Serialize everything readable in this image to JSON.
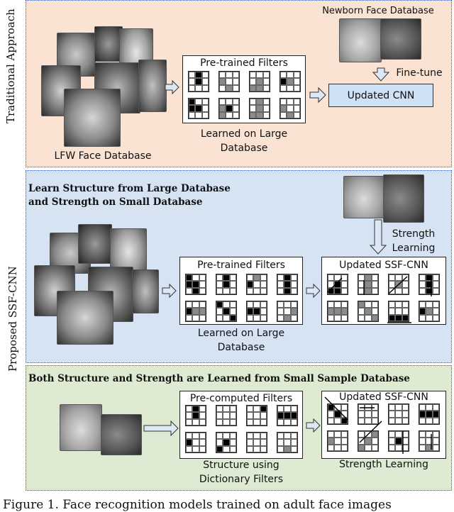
{
  "side_labels": {
    "traditional": "Traditional Approach",
    "proposed": "Proposed SSF-CNN"
  },
  "panel1": {
    "newborn_db": "Newborn Face Database",
    "finetune": "Fine-tune",
    "pretrained_title": "Pre-trained Filters",
    "learned_on_large": "Learned on Large\nDatabase",
    "updated_cnn": "Updated CNN",
    "lfw_db": "LFW Face Database"
  },
  "panel2": {
    "heading_line1": "Learn Structure from Large Database",
    "heading_line2": "and Strength on Small Database",
    "strength_learning": "Strength\nLearning",
    "pretrained_title": "Pre-trained Filters",
    "updated_title": "Updated SSF-CNN",
    "learned_on_large": "Learned on Large\nDatabase"
  },
  "panel3": {
    "heading": "Both Structure and Strength are Learned from Small Sample Database",
    "precomputed_title": "Pre-computed Filters",
    "updated_title": "Updated SSF-CNN",
    "structure_using": "Structure using\nDictionary Filters",
    "strength_learning": "Strength Learning"
  },
  "caption": "Figure 1. Face recognition models trained on adult face images",
  "filters": {
    "p1_pretrained": [
      [
        "w",
        "k",
        "w",
        "w",
        "k",
        "w",
        "w",
        "w",
        "w"
      ],
      [
        "w",
        "w",
        "w",
        "g",
        "w",
        "w",
        "w",
        "g",
        "w"
      ],
      [
        "w",
        "w",
        "w",
        "w",
        "g",
        "w",
        "g",
        "g",
        "w"
      ],
      [
        "w",
        "w",
        "w",
        "k",
        "g",
        "w",
        "w",
        "w",
        "w"
      ],
      [
        "k",
        "w",
        "w",
        "k",
        "k",
        "w",
        "w",
        "w",
        "w"
      ],
      [
        "w",
        "w",
        "w",
        "g",
        "k",
        "w",
        "g",
        "w",
        "w"
      ],
      [
        "w",
        "g",
        "w",
        "w",
        "g",
        "w",
        "g",
        "g",
        "w"
      ],
      [
        "w",
        "w",
        "w",
        "g",
        "w",
        "w",
        "w",
        "g",
        "w"
      ]
    ],
    "p2_pretrained": [
      [
        "k",
        "w",
        "w",
        "k",
        "k",
        "w",
        "w",
        "k",
        "w"
      ],
      [
        "w",
        "k",
        "w",
        "w",
        "k",
        "w",
        "w",
        "w",
        "w"
      ],
      [
        "w",
        "g",
        "w",
        "k",
        "w",
        "w",
        "w",
        "w",
        "w"
      ],
      [
        "w",
        "k",
        "w",
        "w",
        "k",
        "w",
        "w",
        "k",
        "w"
      ],
      [
        "w",
        "w",
        "w",
        "k",
        "g",
        "g",
        "w",
        "w",
        "w"
      ],
      [
        "k",
        "w",
        "w",
        "w",
        "k",
        "w",
        "w",
        "w",
        "k"
      ],
      [
        "w",
        "w",
        "w",
        "k",
        "k",
        "w",
        "w",
        "w",
        "w"
      ],
      [
        "w",
        "w",
        "w",
        "w",
        "w",
        "g",
        "w",
        "g",
        "w"
      ]
    ],
    "p2_updated": [
      [
        "w",
        "w",
        "w",
        "w",
        "k",
        "w",
        "k",
        "k",
        "w"
      ],
      [
        "w",
        "g",
        "w",
        "w",
        "g",
        "w",
        "w",
        "g",
        "w"
      ],
      [
        "w",
        "w",
        "w",
        "w",
        "g",
        "w",
        "w",
        "w",
        "w"
      ],
      [
        "w",
        "k",
        "w",
        "w",
        "k",
        "w",
        "w",
        "k",
        "w"
      ],
      [
        "w",
        "w",
        "w",
        "g",
        "g",
        "g",
        "w",
        "w",
        "w"
      ],
      [
        "g",
        "w",
        "w",
        "w",
        "g",
        "w",
        "w",
        "w",
        "g"
      ],
      [
        "w",
        "w",
        "w",
        "w",
        "w",
        "w",
        "k",
        "k",
        "k"
      ],
      [
        "w",
        "w",
        "w",
        "k",
        "g",
        "w",
        "w",
        "w",
        "w"
      ]
    ],
    "p3_precomputed": [
      [
        "w",
        "k",
        "w",
        "w",
        "k",
        "w",
        "w",
        "w",
        "w"
      ],
      [
        "w",
        "w",
        "w",
        "w",
        "w",
        "w",
        "w",
        "w",
        "w"
      ],
      [
        "w",
        "w",
        "k",
        "w",
        "w",
        "w",
        "w",
        "w",
        "w"
      ],
      [
        "w",
        "w",
        "w",
        "k",
        "k",
        "k",
        "w",
        "w",
        "w"
      ],
      [
        "w",
        "w",
        "w",
        "k",
        "w",
        "w",
        "w",
        "w",
        "w"
      ],
      [
        "w",
        "w",
        "w",
        "w",
        "k",
        "w",
        "k",
        "w",
        "w"
      ],
      [
        "w",
        "w",
        "w",
        "w",
        "w",
        "w",
        "w",
        "w",
        "w"
      ],
      [
        "w",
        "w",
        "w",
        "w",
        "w",
        "w",
        "w",
        "g",
        "w"
      ]
    ],
    "p3_updated": [
      [
        "k",
        "w",
        "w",
        "w",
        "k",
        "w",
        "w",
        "w",
        "k"
      ],
      [
        "w",
        "w",
        "w",
        "w",
        "w",
        "w",
        "w",
        "w",
        "w"
      ],
      [
        "w",
        "w",
        "w",
        "w",
        "w",
        "w",
        "w",
        "w",
        "w"
      ],
      [
        "w",
        "w",
        "w",
        "k",
        "k",
        "k",
        "w",
        "w",
        "w"
      ],
      [
        "w",
        "w",
        "w",
        "g",
        "w",
        "w",
        "w",
        "w",
        "w"
      ],
      [
        "w",
        "w",
        "g",
        "w",
        "g",
        "w",
        "g",
        "w",
        "w"
      ],
      [
        "w",
        "w",
        "w",
        "w",
        "k",
        "w",
        "w",
        "w",
        "w"
      ],
      [
        "w",
        "w",
        "w",
        "w",
        "w",
        "w",
        "w",
        "g",
        "w"
      ]
    ]
  },
  "colors": {
    "panel1_bg": "#fbe3d3",
    "panel2_bg": "#d6e3f3",
    "panel3_bg": "#deead1",
    "panel_border": "#3a58b0",
    "cnn_fill": "#cfe1f5",
    "arrow_fill": "#dce8f6",
    "black_cell": "#000000",
    "gray_cell": "#8a8a8a"
  }
}
